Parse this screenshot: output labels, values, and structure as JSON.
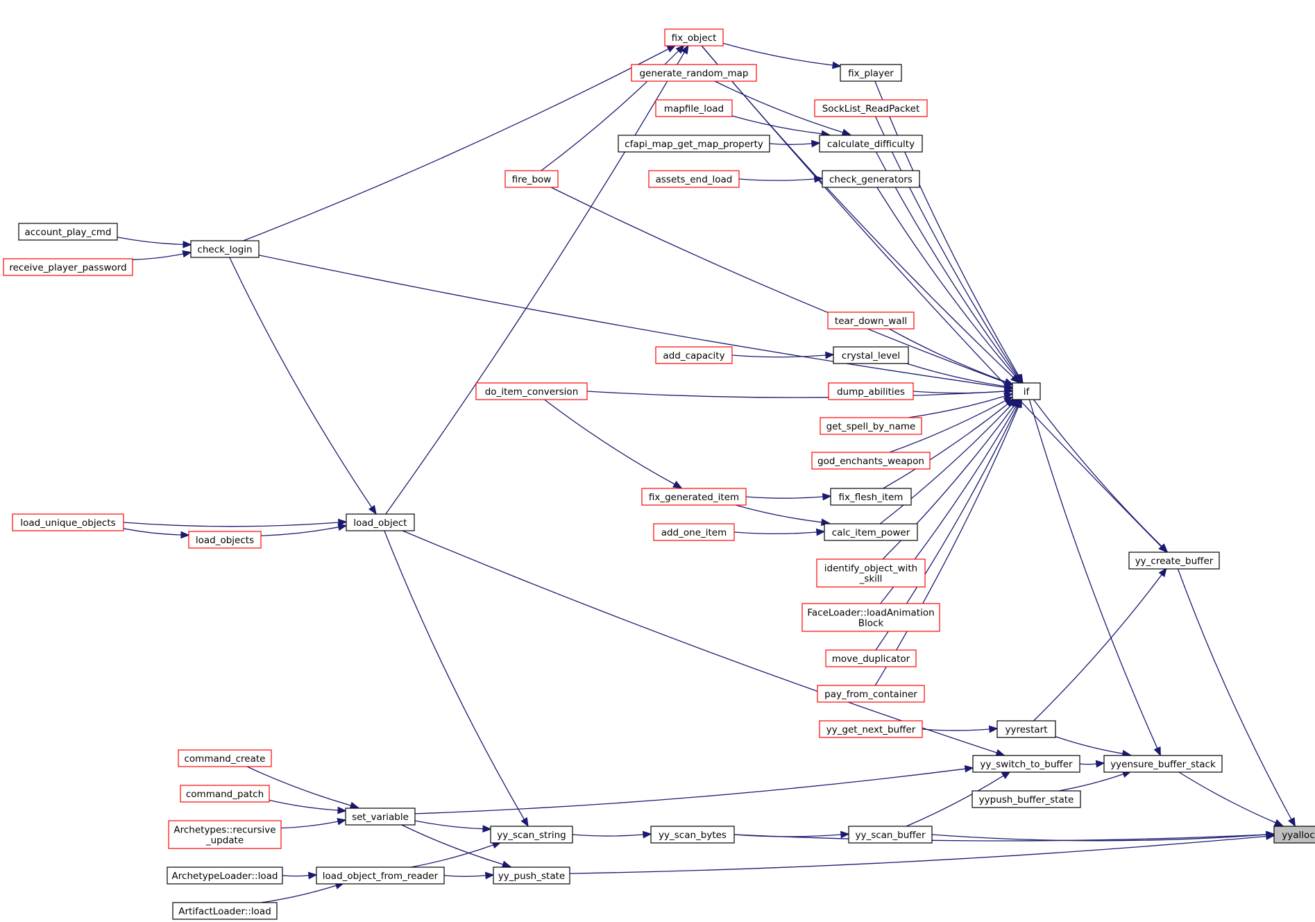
{
  "colors": {
    "edge": "#191970",
    "node_border_default": "#000000",
    "node_border_truncated": "#ff0000",
    "node_fill": "#ffffff",
    "node_fill_focus": "#bfbfbf"
  },
  "focus_node": "yyalloc",
  "nodes": [
    {
      "id": "yyalloc",
      "lines": [
        "yyalloc"
      ],
      "border": "black",
      "focus": true
    },
    {
      "id": "yy_create_buffer",
      "lines": [
        "yy_create_buffer"
      ],
      "border": "black"
    },
    {
      "id": "yyensure_buffer_stack",
      "lines": [
        "yyensure_buffer_stack"
      ],
      "border": "black"
    },
    {
      "id": "yy_scan_buffer",
      "lines": [
        "yy_scan_buffer"
      ],
      "border": "black"
    },
    {
      "id": "yy_scan_bytes",
      "lines": [
        "yy_scan_bytes"
      ],
      "border": "black"
    },
    {
      "id": "yy_push_state",
      "lines": [
        "yy_push_state"
      ],
      "border": "black"
    },
    {
      "id": "if",
      "lines": [
        "if"
      ],
      "border": "black"
    },
    {
      "id": "yyrestart",
      "lines": [
        "yyrestart"
      ],
      "border": "black"
    },
    {
      "id": "yy_switch_to_buffer",
      "lines": [
        "yy_switch_to_buffer"
      ],
      "border": "black"
    },
    {
      "id": "yypush_buffer_state",
      "lines": [
        "yypush_buffer_state"
      ],
      "border": "black"
    },
    {
      "id": "yy_scan_string",
      "lines": [
        "yy_scan_string"
      ],
      "border": "black"
    },
    {
      "id": "fix_object",
      "lines": [
        "fix_object"
      ],
      "border": "red"
    },
    {
      "id": "fix_player",
      "lines": [
        "fix_player"
      ],
      "border": "black"
    },
    {
      "id": "generate_random_map",
      "lines": [
        "generate_random_map"
      ],
      "border": "red"
    },
    {
      "id": "mapfile_load",
      "lines": [
        "mapfile_load"
      ],
      "border": "red"
    },
    {
      "id": "SockList_ReadPacket",
      "lines": [
        "SockList_ReadPacket"
      ],
      "border": "red"
    },
    {
      "id": "cfapi_map_get_map_property",
      "lines": [
        "cfapi_map_get_map_property"
      ],
      "border": "black"
    },
    {
      "id": "calculate_difficulty",
      "lines": [
        "calculate_difficulty"
      ],
      "border": "black"
    },
    {
      "id": "fire_bow",
      "lines": [
        "fire_bow"
      ],
      "border": "red"
    },
    {
      "id": "assets_end_load",
      "lines": [
        "assets_end_load"
      ],
      "border": "red"
    },
    {
      "id": "check_generators",
      "lines": [
        "check_generators"
      ],
      "border": "black"
    },
    {
      "id": "account_play_cmd",
      "lines": [
        "account_play_cmd"
      ],
      "border": "black"
    },
    {
      "id": "check_login",
      "lines": [
        "check_login"
      ],
      "border": "black"
    },
    {
      "id": "receive_player_password",
      "lines": [
        "receive_player_password"
      ],
      "border": "red"
    },
    {
      "id": "tear_down_wall",
      "lines": [
        "tear_down_wall"
      ],
      "border": "red"
    },
    {
      "id": "add_capacity",
      "lines": [
        "add_capacity"
      ],
      "border": "red"
    },
    {
      "id": "crystal_level",
      "lines": [
        "crystal_level"
      ],
      "border": "black"
    },
    {
      "id": "do_item_conversion",
      "lines": [
        "do_item_conversion"
      ],
      "border": "red"
    },
    {
      "id": "dump_abilities",
      "lines": [
        "dump_abilities"
      ],
      "border": "red"
    },
    {
      "id": "get_spell_by_name",
      "lines": [
        "get_spell_by_name"
      ],
      "border": "red"
    },
    {
      "id": "god_enchants_weapon",
      "lines": [
        "god_enchants_weapon"
      ],
      "border": "red"
    },
    {
      "id": "fix_generated_item",
      "lines": [
        "fix_generated_item"
      ],
      "border": "red"
    },
    {
      "id": "fix_flesh_item",
      "lines": [
        "fix_flesh_item"
      ],
      "border": "black"
    },
    {
      "id": "load_unique_objects",
      "lines": [
        "load_unique_objects"
      ],
      "border": "red"
    },
    {
      "id": "load_object",
      "lines": [
        "load_object"
      ],
      "border": "black"
    },
    {
      "id": "load_objects",
      "lines": [
        "load_objects"
      ],
      "border": "red"
    },
    {
      "id": "add_one_item",
      "lines": [
        "add_one_item"
      ],
      "border": "red"
    },
    {
      "id": "calc_item_power",
      "lines": [
        "calc_item_power"
      ],
      "border": "black"
    },
    {
      "id": "identify_object_with_skill",
      "lines": [
        "identify_object_with",
        "_skill"
      ],
      "border": "red"
    },
    {
      "id": "FaceLoader_loadAnimationBlock",
      "lines": [
        "FaceLoader::loadAnimation",
        "Block"
      ],
      "border": "red"
    },
    {
      "id": "move_duplicator",
      "lines": [
        "move_duplicator"
      ],
      "border": "red"
    },
    {
      "id": "pay_from_container",
      "lines": [
        "pay_from_container"
      ],
      "border": "red"
    },
    {
      "id": "yy_get_next_buffer",
      "lines": [
        "yy_get_next_buffer"
      ],
      "border": "red"
    },
    {
      "id": "command_create",
      "lines": [
        "command_create"
      ],
      "border": "red"
    },
    {
      "id": "command_patch",
      "lines": [
        "command_patch"
      ],
      "border": "red"
    },
    {
      "id": "set_variable",
      "lines": [
        "set_variable"
      ],
      "border": "black"
    },
    {
      "id": "Archetypes_recursive_update",
      "lines": [
        "Archetypes::recursive",
        "_update"
      ],
      "border": "red"
    },
    {
      "id": "ArchetypeLoader_load",
      "lines": [
        "ArchetypeLoader::load"
      ],
      "border": "black"
    },
    {
      "id": "load_object_from_reader",
      "lines": [
        "load_object_from_reader"
      ],
      "border": "black"
    },
    {
      "id": "ArtifactLoader_load",
      "lines": [
        "ArtifactLoader::load"
      ],
      "border": "black"
    }
  ],
  "edges": [
    [
      "yy_create_buffer",
      "yyalloc"
    ],
    [
      "yyensure_buffer_stack",
      "yyalloc"
    ],
    [
      "yy_scan_buffer",
      "yyalloc"
    ],
    [
      "yy_scan_bytes",
      "yyalloc"
    ],
    [
      "yy_push_state",
      "yyalloc"
    ],
    [
      "if",
      "yy_create_buffer"
    ],
    [
      "yyrestart",
      "yy_create_buffer"
    ],
    [
      "fix_object",
      "yy_create_buffer"
    ],
    [
      "if",
      "yyensure_buffer_stack"
    ],
    [
      "yyrestart",
      "yyensure_buffer_stack"
    ],
    [
      "yy_switch_to_buffer",
      "yyensure_buffer_stack"
    ],
    [
      "yypush_buffer_state",
      "yyensure_buffer_stack"
    ],
    [
      "yy_scan_bytes",
      "yy_scan_buffer"
    ],
    [
      "yy_scan_string",
      "yy_scan_bytes"
    ],
    [
      "set_variable",
      "yy_push_state"
    ],
    [
      "load_object_from_reader",
      "yy_push_state"
    ],
    [
      "fix_object",
      "if"
    ],
    [
      "fix_player",
      "if"
    ],
    [
      "SockList_ReadPacket",
      "if"
    ],
    [
      "calculate_difficulty",
      "if"
    ],
    [
      "check_generators",
      "if"
    ],
    [
      "fire_bow",
      "if"
    ],
    [
      "check_login",
      "if"
    ],
    [
      "do_item_conversion",
      "if"
    ],
    [
      "tear_down_wall",
      "if"
    ],
    [
      "crystal_level",
      "if"
    ],
    [
      "dump_abilities",
      "if"
    ],
    [
      "get_spell_by_name",
      "if"
    ],
    [
      "god_enchants_weapon",
      "if"
    ],
    [
      "fix_flesh_item",
      "if"
    ],
    [
      "calc_item_power",
      "if"
    ],
    [
      "identify_object_with_skill",
      "if"
    ],
    [
      "FaceLoader_loadAnimationBlock",
      "if"
    ],
    [
      "move_duplicator",
      "if"
    ],
    [
      "pay_from_container",
      "if"
    ],
    [
      "load_object",
      "fix_object"
    ],
    [
      "check_login",
      "fix_object"
    ],
    [
      "fire_bow",
      "fix_object"
    ],
    [
      "fix_object",
      "fix_player"
    ],
    [
      "generate_random_map",
      "calculate_difficulty"
    ],
    [
      "mapfile_load",
      "calculate_difficulty"
    ],
    [
      "cfapi_map_get_map_property",
      "calculate_difficulty"
    ],
    [
      "assets_end_load",
      "check_generators"
    ],
    [
      "account_play_cmd",
      "check_login"
    ],
    [
      "receive_player_password",
      "check_login"
    ],
    [
      "check_login",
      "load_object"
    ],
    [
      "load_unique_objects",
      "load_object"
    ],
    [
      "load_objects",
      "load_object"
    ],
    [
      "load_unique_objects",
      "load_objects"
    ],
    [
      "add_capacity",
      "crystal_level"
    ],
    [
      "do_item_conversion",
      "fix_generated_item"
    ],
    [
      "fix_generated_item",
      "fix_flesh_item"
    ],
    [
      "fix_generated_item",
      "calc_item_power"
    ],
    [
      "add_one_item",
      "calc_item_power"
    ],
    [
      "yy_get_next_buffer",
      "yyrestart"
    ],
    [
      "load_object",
      "yy_switch_to_buffer"
    ],
    [
      "set_variable",
      "yy_switch_to_buffer"
    ],
    [
      "yy_scan_buffer",
      "yy_switch_to_buffer"
    ],
    [
      "load_object",
      "yy_scan_string"
    ],
    [
      "set_variable",
      "yy_scan_string"
    ],
    [
      "load_object_from_reader",
      "yy_scan_string"
    ],
    [
      "command_create",
      "set_variable"
    ],
    [
      "command_patch",
      "set_variable"
    ],
    [
      "Archetypes_recursive_update",
      "set_variable"
    ],
    [
      "ArchetypeLoader_load",
      "load_object_from_reader"
    ],
    [
      "ArtifactLoader_load",
      "load_object_from_reader"
    ]
  ]
}
